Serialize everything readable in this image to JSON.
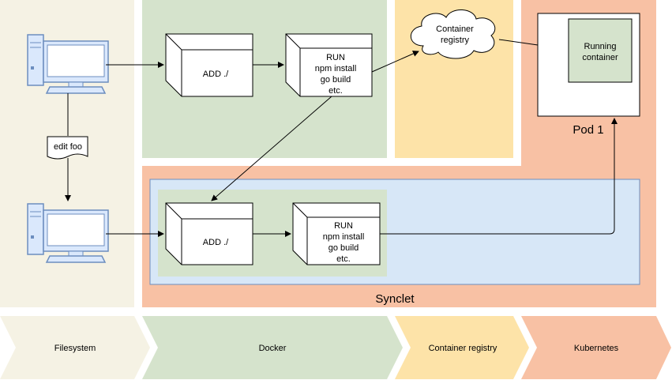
{
  "colors": {
    "filesystem": "#f5f2e4",
    "docker": "#d5e3cc",
    "registry": "#fde3a8",
    "kubernetes": "#f8c1a4",
    "synclet_inner": "#d7e7f7",
    "synclet_inner_border": "#6d8ebf",
    "computer_fill": "#dae8fc",
    "computer_stroke": "#6c8ebf",
    "running_container": "#d5e3cc"
  },
  "icons": {
    "computer_top": "computer-icon",
    "computer_bottom": "computer-icon",
    "document": "document-icon",
    "cloud": "cloud-icon"
  },
  "docker_top": {
    "add_label": "ADD ./",
    "run_lines": [
      "RUN",
      "npm install",
      "go build",
      "etc."
    ]
  },
  "synclet_box": {
    "add_label": "ADD ./",
    "run_lines": [
      "RUN",
      "npm install",
      "go build",
      "etc."
    ]
  },
  "edit_label": "edit foo",
  "registry_cloud": [
    "Container",
    "registry"
  ],
  "pod": {
    "title": "Pod 1",
    "running_lines": [
      "Running",
      "container"
    ]
  },
  "synclet_label": "Synclet",
  "footer": {
    "items": [
      "Filesystem",
      "Docker",
      "Container registry",
      "Kubernetes"
    ]
  }
}
